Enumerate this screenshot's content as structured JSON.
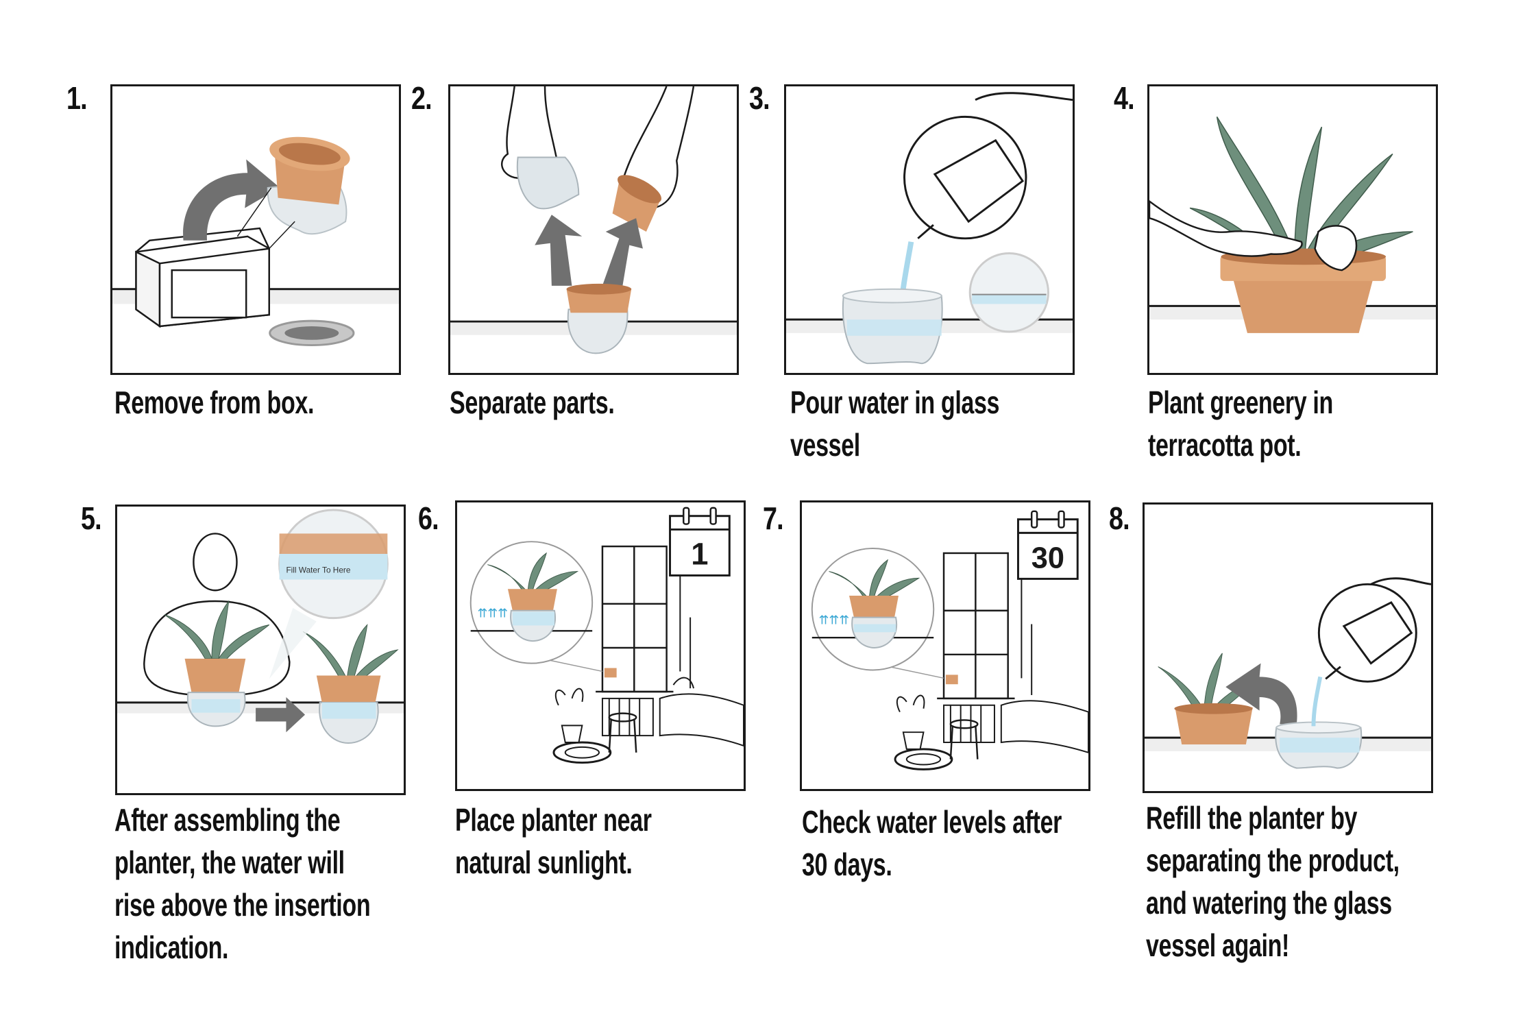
{
  "colors": {
    "terracotta": "#d99b6c",
    "terracotta_dark": "#b9774a",
    "glass": "#dfe6ea",
    "water": "#c9e6f2",
    "arrow": "#707070",
    "ink": "#1a1a1a"
  },
  "steps": [
    {
      "number": "1.",
      "caption": [
        "Remove from box."
      ]
    },
    {
      "number": "2.",
      "caption": [
        "Separate parts."
      ]
    },
    {
      "number": "3.",
      "caption": [
        "Pour water in glass",
        "vessel"
      ]
    },
    {
      "number": "4.",
      "caption": [
        "Plant greenery in",
        "terracotta pot."
      ]
    },
    {
      "number": "5.",
      "caption": [
        "After assembling the",
        "planter, the water will",
        "rise above the insertion",
        "indication."
      ],
      "label": "Fill Water To Here"
    },
    {
      "number": "6.",
      "caption": [
        "Place planter near",
        "natural sunlight."
      ],
      "calendar": "1"
    },
    {
      "number": "7.",
      "caption": [
        "Check water levels after",
        "30 days."
      ],
      "calendar": "30"
    },
    {
      "number": "8.",
      "caption": [
        "Refill the planter by",
        "separating the product,",
        "and watering the glass",
        "vessel again!"
      ]
    }
  ]
}
